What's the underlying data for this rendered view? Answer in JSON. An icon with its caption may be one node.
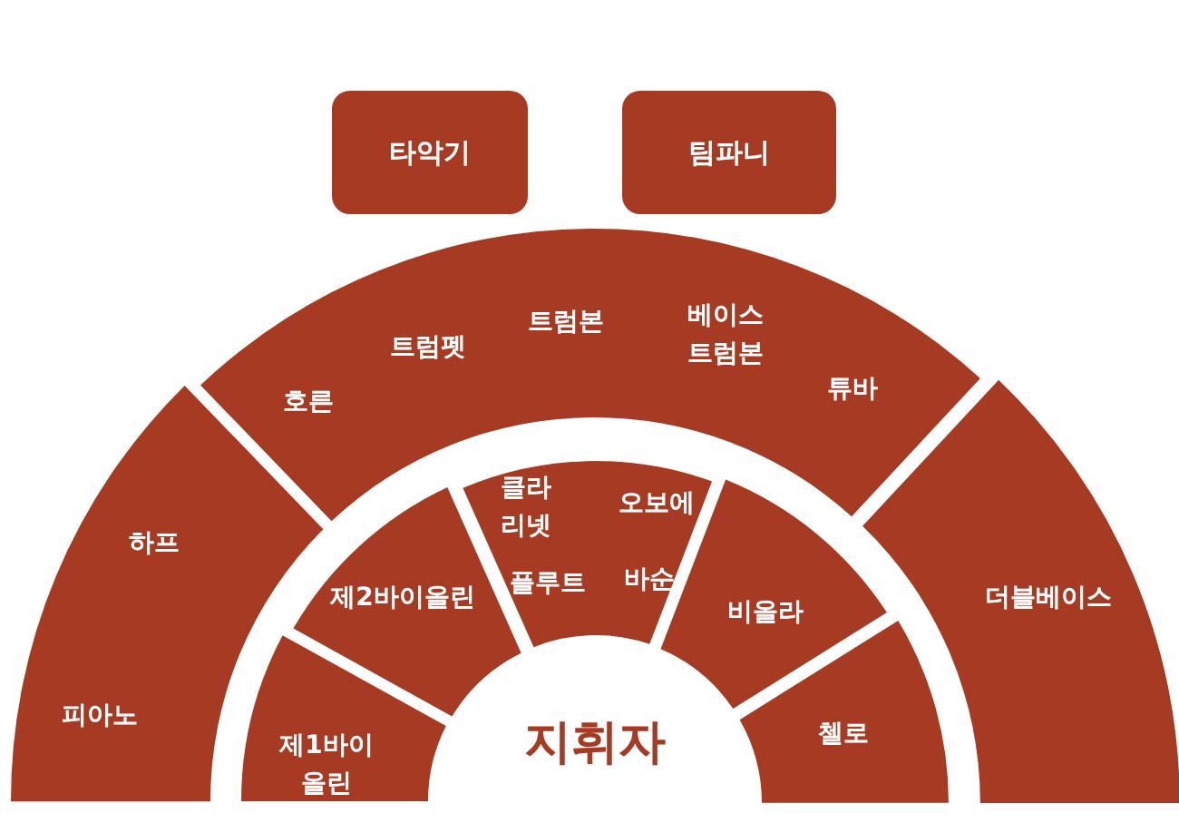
{
  "diagram": {
    "nodes": [
      {
        "text": [
          "타악기"
        ]
      },
      {
        "text": [
          "팀파니"
        ]
      },
      {
        "text": [
          "하프",
          "피아노"
        ]
      },
      {
        "text": [
          "호른",
          "트럼펫",
          "트럼본",
          "베이스 트럼본",
          "튜바"
        ]
      },
      {
        "text": [
          "더블베이스"
        ]
      },
      {
        "text": [
          "제1바이 올린"
        ]
      },
      {
        "text": [
          "제2바이올린"
        ]
      },
      {
        "text": [
          "클라 리넷",
          "플루트",
          "오보에",
          "바순"
        ]
      },
      {
        "text": [
          "비올라"
        ]
      },
      {
        "text": [
          "첼로"
        ]
      },
      {
        "text": [
          "지휘자"
        ]
      }
    ]
  }
}
